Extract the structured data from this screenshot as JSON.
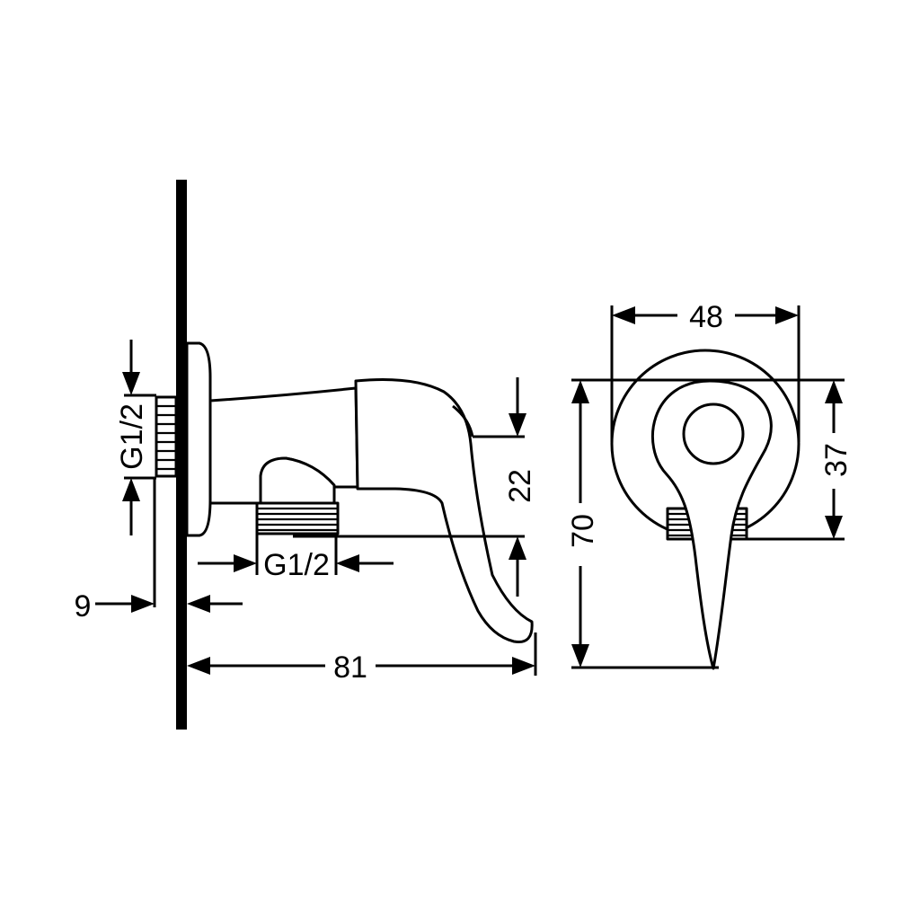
{
  "colors": {
    "line": "#000000",
    "background": "#ffffff"
  },
  "dimensions": {
    "side_inlet_thread": "G1/2",
    "flange_offset": "9",
    "outlet_thread": "G1/2",
    "total_depth": "81",
    "handle_drop": "22",
    "front_width": "48",
    "front_height": "70",
    "front_handle_height": "37"
  }
}
